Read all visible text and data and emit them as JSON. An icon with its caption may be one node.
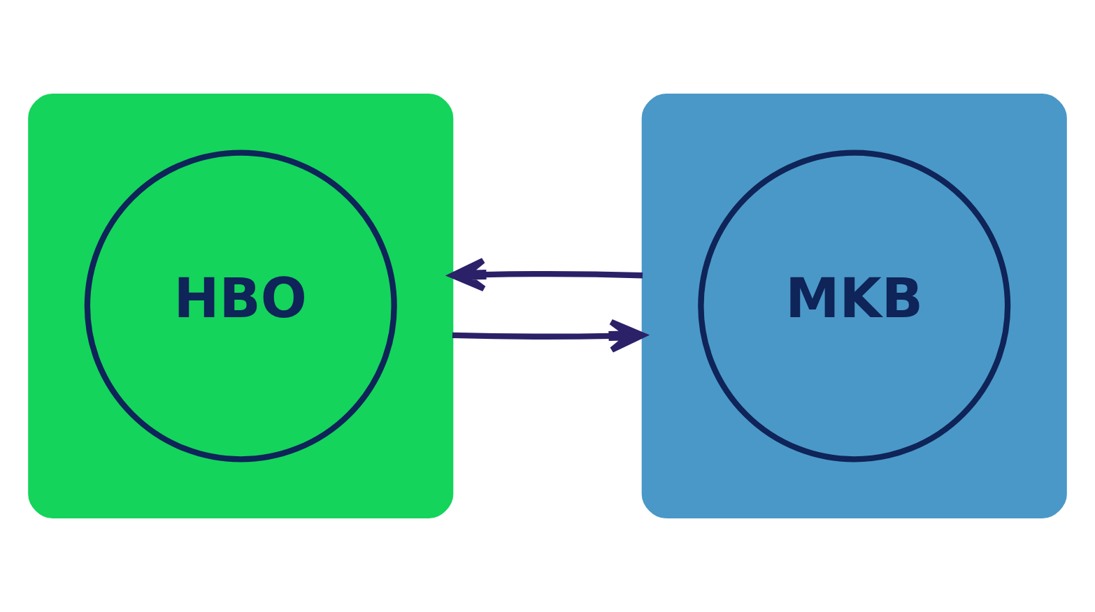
{
  "diagram": {
    "nodes": [
      {
        "text": [],
        "shape": "cloud"
      },
      {
        "text": [
          "HBO"
        ],
        "in": 0
      },
      {
        "text": [],
        "shape": "cloud"
      },
      {
        "text": [
          "MKB"
        ],
        "in": 2
      }
    ],
    "edges": [
      {
        "from": 0,
        "to": 2,
        "arrow": "to"
      },
      {
        "from": 2,
        "to": 0,
        "arrow": "to"
      }
    ]
  }
}
